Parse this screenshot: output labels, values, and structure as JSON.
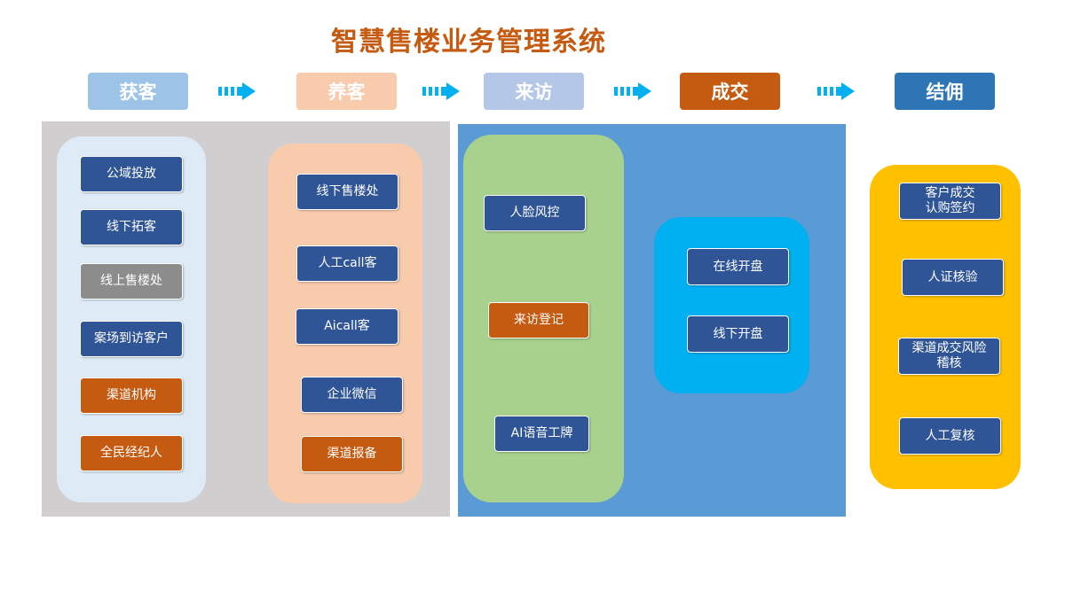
{
  "title": "智慧售楼业务管理系统",
  "colors": {
    "title": "#C55A11",
    "box_blue": "#2F5597",
    "box_orange": "#C55A11",
    "box_gray": "#8C8C8C",
    "arrow": "#00B0F0"
  },
  "stages": [
    {
      "label": "获客",
      "color": "#9DC3E6"
    },
    {
      "label": "养客",
      "color": "#F8CBAD"
    },
    {
      "label": "来访",
      "color": "#B4C7E7"
    },
    {
      "label": "成交",
      "color": "#C55A11"
    },
    {
      "label": "结佣",
      "color": "#2E75B6"
    }
  ],
  "columns": {
    "acquire": [
      "公域投放",
      "线下拓客",
      "线上售楼处",
      "案场到访客户",
      "渠道机构",
      "全民经纪人"
    ],
    "nurture": [
      "线下售楼处",
      "人工call客",
      "Aicall客",
      "企业微信",
      "渠道报备"
    ],
    "visit": [
      "人脸风控",
      "来访登记",
      "AI语音工牌"
    ],
    "deal": [
      "在线开盘",
      "线下开盘"
    ],
    "commission": [
      "客户成交\n认购签约",
      "人证核验",
      "渠道成交风险\n稽核",
      "人工复核"
    ]
  }
}
